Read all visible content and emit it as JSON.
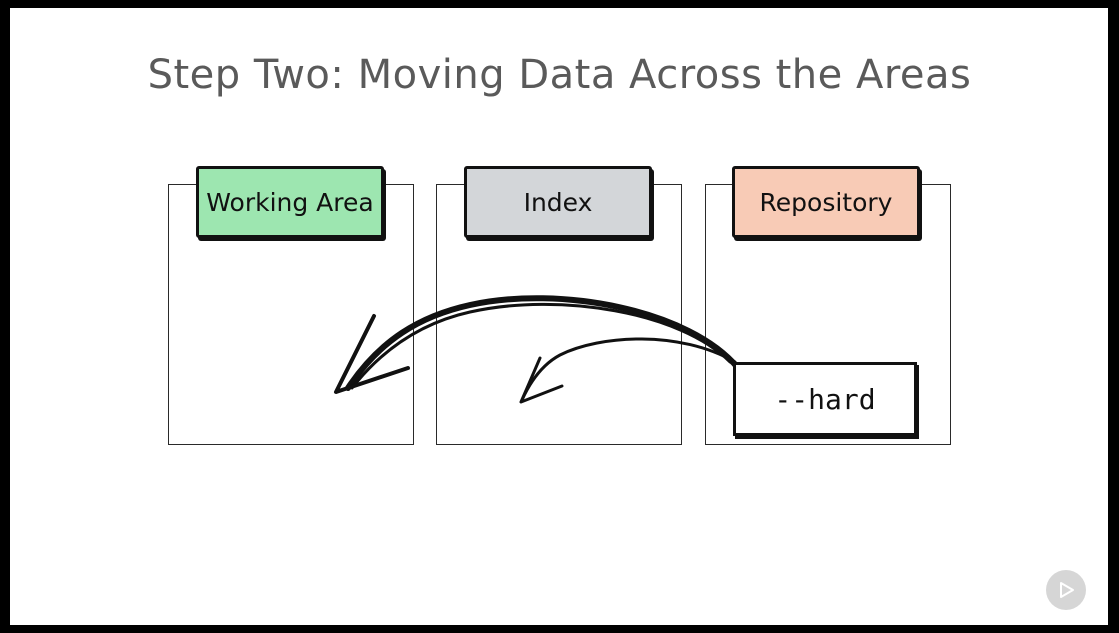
{
  "slide": {
    "title": "Step Two: Moving Data Across the Areas"
  },
  "areas": [
    {
      "label": "Working Area",
      "color": "#9de6b0"
    },
    {
      "label": "Index",
      "color": "#d3d6d9"
    },
    {
      "label": "Repository",
      "color": "#f8cbb6"
    }
  ],
  "command": {
    "label": "--hard"
  },
  "controls": {
    "play_icon": "play-icon"
  }
}
